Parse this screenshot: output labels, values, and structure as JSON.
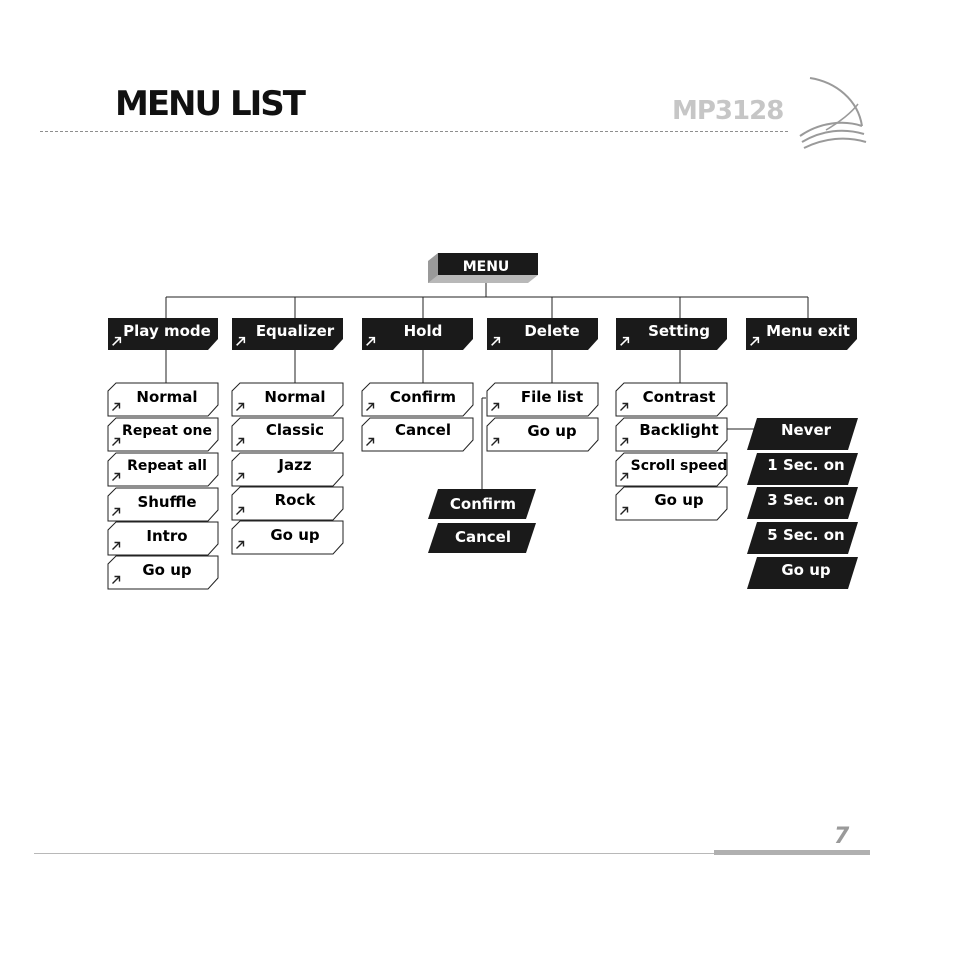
{
  "header": {
    "title": "MENU LIST",
    "model": "MP3128"
  },
  "footer": {
    "page_number": "7"
  },
  "diagram": {
    "root": "MENU",
    "categories": [
      {
        "label": "Play mode",
        "items": [
          "Normal",
          "Repeat one",
          "Repeat all",
          "Shuffle",
          "Intro",
          "Go up"
        ]
      },
      {
        "label": "Equalizer",
        "items": [
          "Normal",
          "Classic",
          "Jazz",
          "Rock",
          "Go up"
        ]
      },
      {
        "label": "Hold",
        "items": [
          "Confirm",
          "Cancel"
        ]
      },
      {
        "label": "Delete",
        "items": [
          "File list",
          "Go up"
        ],
        "sub_options": [
          "Confirm",
          "Cancel"
        ]
      },
      {
        "label": "Setting",
        "items": [
          "Contrast",
          "Backlight",
          "Scroll speed",
          "Go up"
        ]
      },
      {
        "label": "Menu exit",
        "items": []
      }
    ],
    "backlight_options": [
      "Never",
      "1 Sec. on",
      "3 Sec. on",
      "5 Sec. on",
      "Go up"
    ]
  }
}
